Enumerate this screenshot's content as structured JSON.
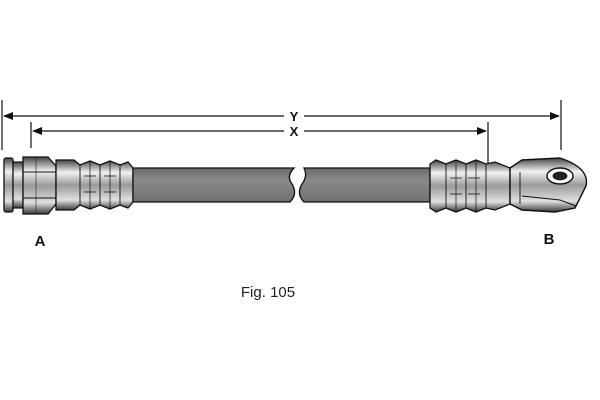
{
  "diagram": {
    "dimensions": {
      "overall_label": "Y",
      "hose_label": "X"
    },
    "ends": {
      "left_label": "A",
      "right_label": "B"
    },
    "caption": "Fig. 105",
    "colors": {
      "hose": "#7f7f7f",
      "outline": "#111111",
      "metal_dark": "#555555",
      "metal_light": "#e8e8e8"
    }
  }
}
